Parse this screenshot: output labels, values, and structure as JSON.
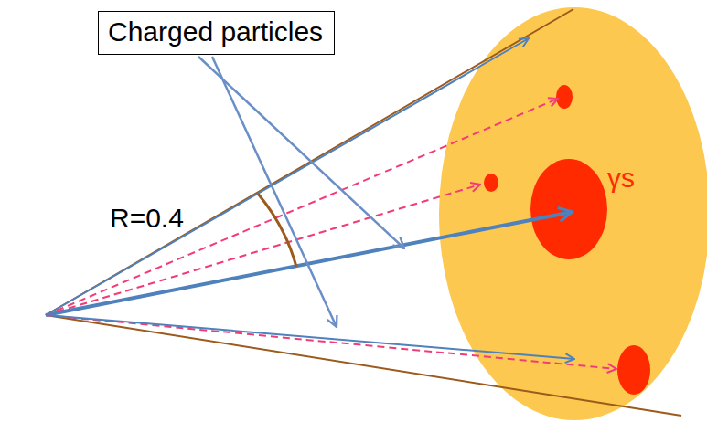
{
  "diagram": {
    "nodes": [
      {
        "text": [
          "Charged particles"
        ]
      }
    ],
    "labels": [
      "R=0.4",
      "γs"
    ]
  }
}
